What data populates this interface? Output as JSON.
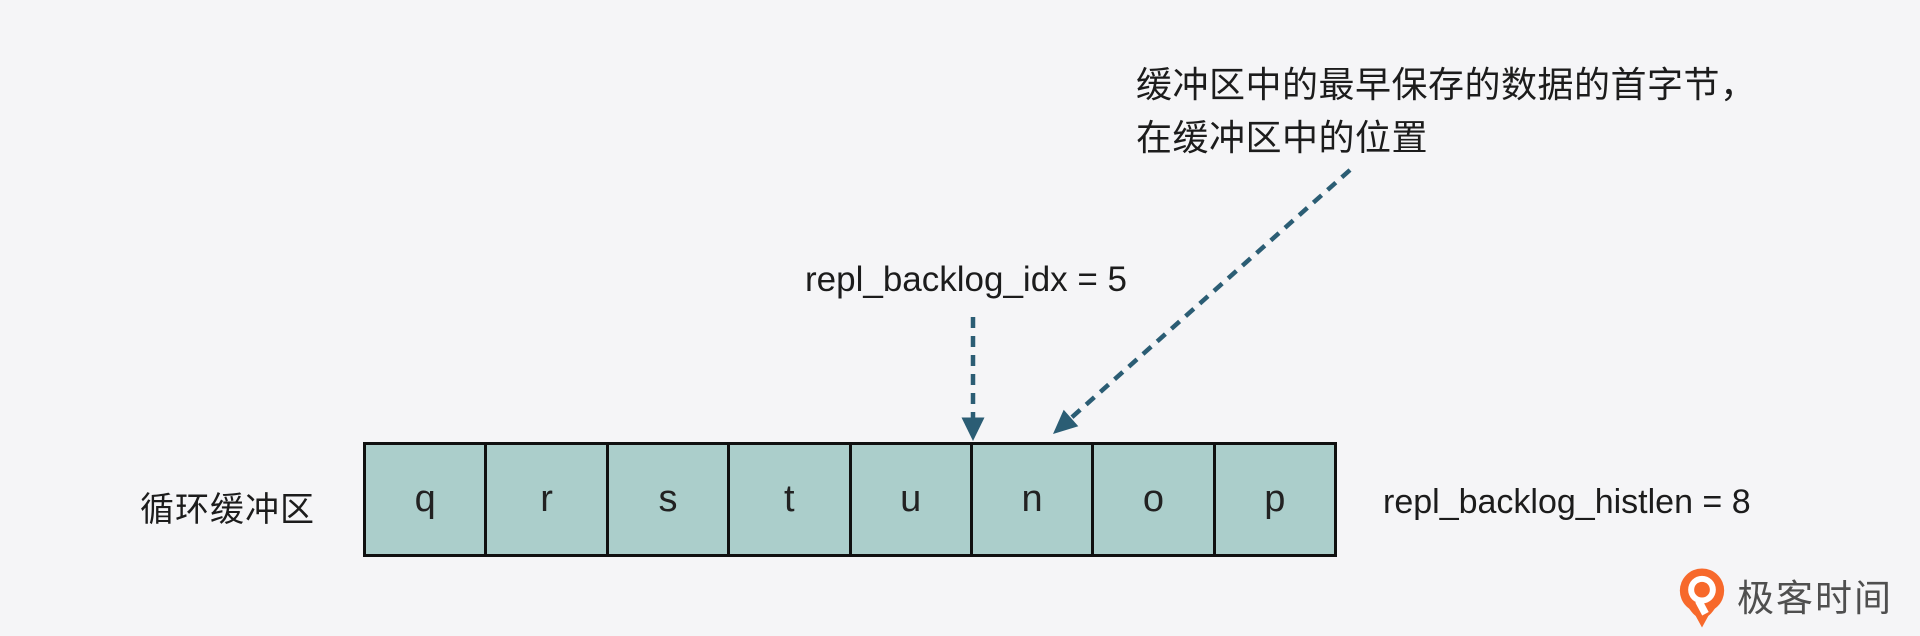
{
  "theme": {
    "bg": "#f5f5f7",
    "cell_fill": "#abcecb",
    "cell_border": "#101010",
    "arrow": "#2b5d74",
    "text": "#1c1c1c",
    "logo_orange": "#f7692b",
    "logo_text": "#4f4f4f"
  },
  "annotation": {
    "line1": "缓冲区中的最早保存的数据的首字节，",
    "line2": "在缓冲区中的位置"
  },
  "labels": {
    "idx": "repl_backlog_idx = 5",
    "histlen": "repl_backlog_histlen = 8",
    "buffer_title": "循环缓冲区"
  },
  "buffer": {
    "cells": [
      "q",
      "r",
      "s",
      "t",
      "u",
      "n",
      "o",
      "p"
    ]
  },
  "logo": {
    "text": "极客时间"
  }
}
